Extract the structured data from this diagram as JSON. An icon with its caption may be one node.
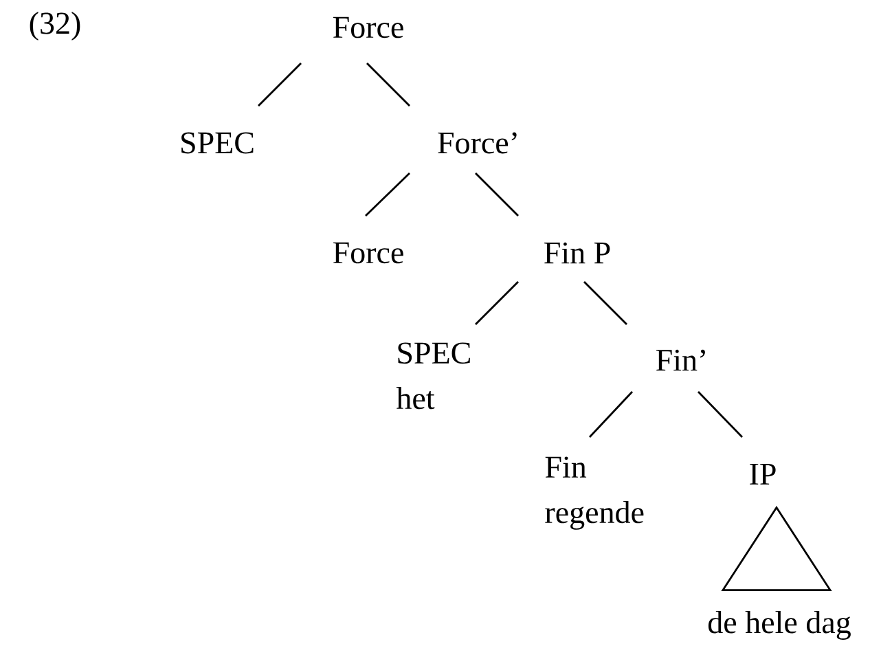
{
  "diagram": {
    "nodes": [
      {
        "text": [
          "Force"
        ]
      },
      {
        "text": [
          "SPEC"
        ]
      },
      {
        "text": [
          "Force’"
        ]
      },
      {
        "text": [
          "Force"
        ]
      },
      {
        "text": [
          "Fin P"
        ]
      },
      {
        "text": [
          "SPEC",
          "het"
        ]
      },
      {
        "text": [
          "Fin’"
        ]
      },
      {
        "text": [
          "Fin",
          "regende"
        ]
      },
      {
        "text": [
          "IP"
        ]
      },
      {
        "text": [],
        "shape": "triangle"
      },
      {
        "text": [
          "de hele dag"
        ]
      }
    ],
    "edges": [
      {
        "from": 0,
        "to": 1,
        "arrow": "none"
      },
      {
        "from": 0,
        "to": 2,
        "arrow": "none"
      },
      {
        "from": 2,
        "to": 3,
        "arrow": "none"
      },
      {
        "from": 2,
        "to": 4,
        "arrow": "none"
      },
      {
        "from": 4,
        "to": 5,
        "arrow": "none"
      },
      {
        "from": 4,
        "to": 6,
        "arrow": "none"
      },
      {
        "from": 6,
        "to": 7,
        "arrow": "none"
      },
      {
        "from": 6,
        "to": 8,
        "arrow": "none"
      }
    ],
    "labels": [
      "(32)"
    ]
  }
}
